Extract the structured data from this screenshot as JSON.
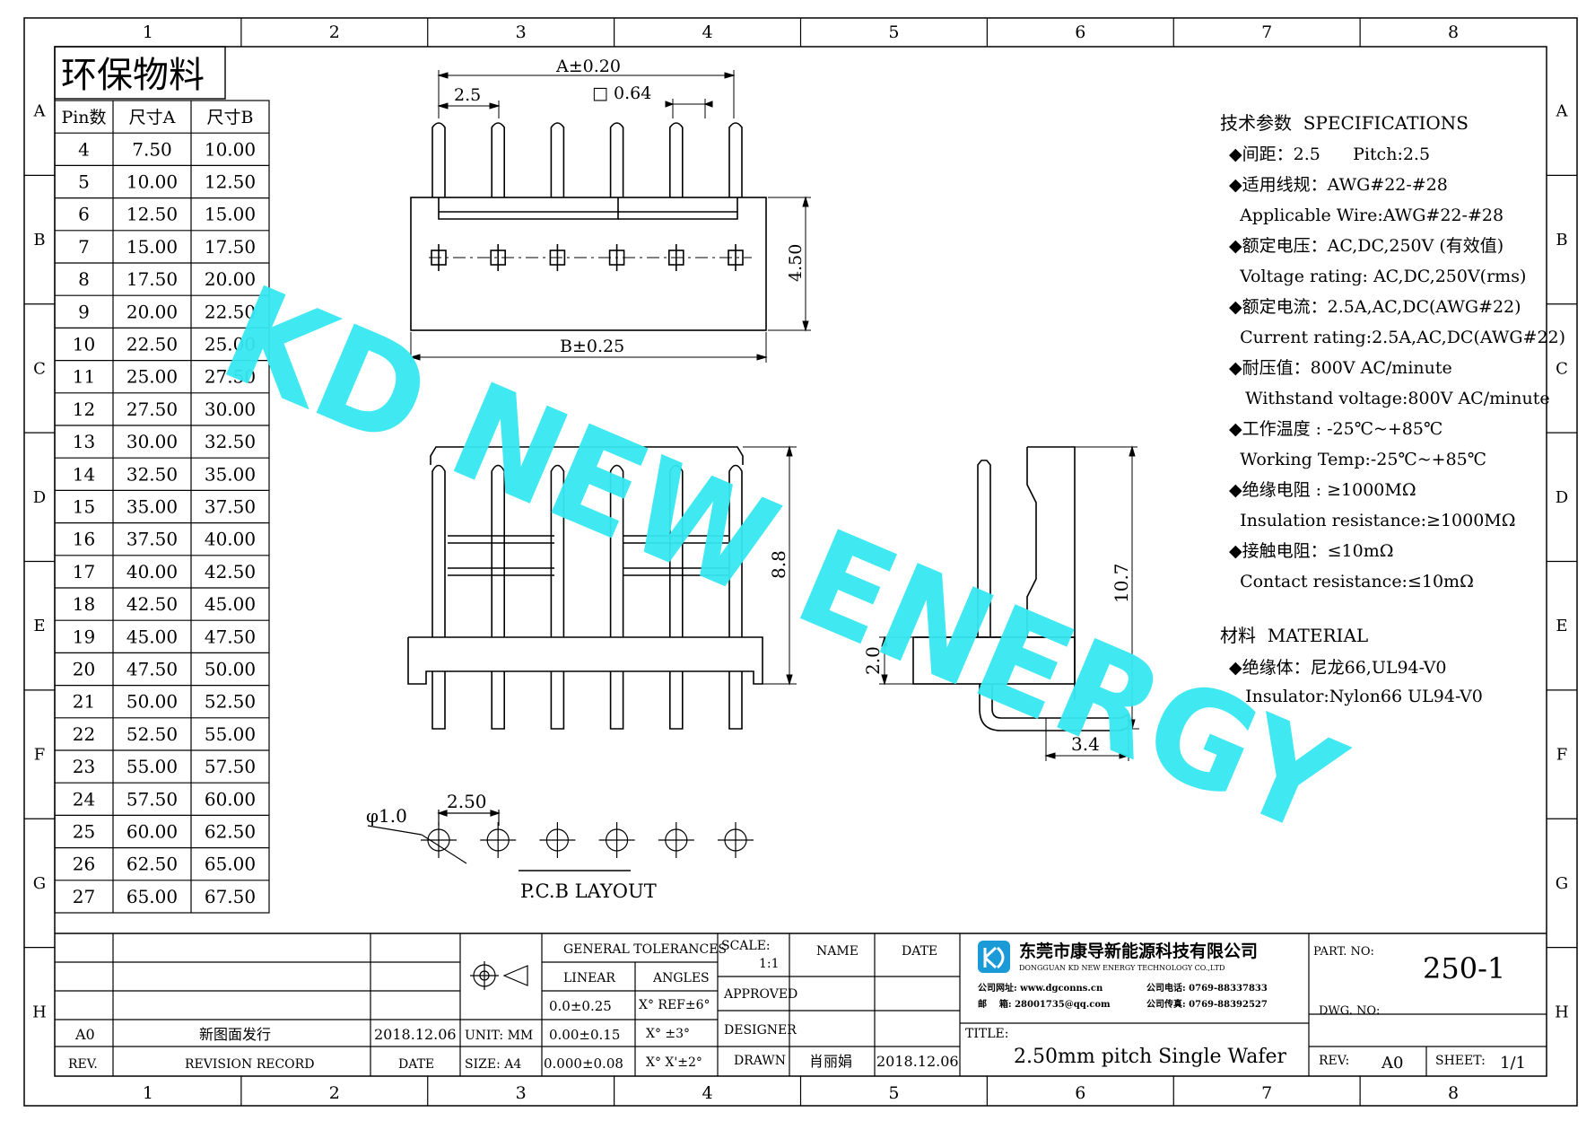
{
  "frame": {
    "columns": [
      "1",
      "2",
      "3",
      "4",
      "5",
      "6",
      "7",
      "8"
    ],
    "rows": [
      "A",
      "B",
      "C",
      "D",
      "E",
      "F",
      "G",
      "H"
    ]
  },
  "pin_table": {
    "title": "环保物料",
    "headers": [
      "Pin数",
      "尺寸A",
      "尺寸B"
    ],
    "rows": [
      [
        "4",
        "7.50",
        "10.00"
      ],
      [
        "5",
        "10.00",
        "12.50"
      ],
      [
        "6",
        "12.50",
        "15.00"
      ],
      [
        "7",
        "15.00",
        "17.50"
      ],
      [
        "8",
        "17.50",
        "20.00"
      ],
      [
        "9",
        "20.00",
        "22.50"
      ],
      [
        "10",
        "22.50",
        "25.00"
      ],
      [
        "11",
        "25.00",
        "27.50"
      ],
      [
        "12",
        "27.50",
        "30.00"
      ],
      [
        "13",
        "30.00",
        "32.50"
      ],
      [
        "14",
        "32.50",
        "35.00"
      ],
      [
        "15",
        "35.00",
        "37.50"
      ],
      [
        "16",
        "37.50",
        "40.00"
      ],
      [
        "17",
        "40.00",
        "42.50"
      ],
      [
        "18",
        "42.50",
        "45.00"
      ],
      [
        "19",
        "45.00",
        "47.50"
      ],
      [
        "20",
        "47.50",
        "50.00"
      ],
      [
        "21",
        "50.00",
        "52.50"
      ],
      [
        "22",
        "52.50",
        "55.00"
      ],
      [
        "23",
        "55.00",
        "57.50"
      ],
      [
        "24",
        "57.50",
        "60.00"
      ],
      [
        "25",
        "60.00",
        "62.50"
      ],
      [
        "26",
        "62.50",
        "65.00"
      ],
      [
        "27",
        "65.00",
        "67.50"
      ]
    ]
  },
  "drawing": {
    "dim_a": "A±0.20",
    "pitch_top": "2.5",
    "pin_square": "□ 0.64",
    "height_top": "4.50",
    "dim_b": "B±0.25",
    "height_front": "8.8",
    "height_side": "10.7",
    "base_side": "2.0",
    "tail_side": "3.4",
    "hole_dia": "φ1.0",
    "hole_pitch": "2.50",
    "pcb_label": "P.C.B LAYOUT"
  },
  "specs": {
    "title": "技术参数  SPECIFICATIONS",
    "lines": [
      "◆间距：2.5      Pitch:2.5",
      "◆适用线规：AWG#22-#28",
      "  Applicable Wire:AWG#22-#28",
      "◆额定电压：AC,DC,250V (有效值)",
      "  Voltage rating: AC,DC,250V(rms)",
      "◆额定电流：2.5A,AC,DC(AWG#22)",
      "  Current rating:2.5A,AC,DC(AWG#22)",
      "◆耐压值：800V AC/minute",
      "   Withstand voltage:800V AC/minute",
      "◆工作温度 : -25℃~+85℃",
      "  Working Temp:-25℃~+85℃",
      "◆绝缘电阻 : ≥1000MΩ",
      "  Insulation resistance:≥1000MΩ",
      "◆接触电阻：≤10mΩ",
      "  Contact resistance:≤10mΩ"
    ],
    "material_title": "材料  MATERIAL",
    "material_lines": [
      "◆绝缘体：尼龙66,UL94-V0",
      "   Insulator:Nylon66 UL94-V0"
    ]
  },
  "watermark": "KD NEW ENERGY",
  "title_block": {
    "rev_row": {
      "rev": "A0",
      "record": "新图面发行",
      "date": "2018.12.06"
    },
    "rev_header": {
      "rev": "REV.",
      "record": "REVISION RECORD",
      "date": "DATE"
    },
    "general_tolerances": "GENERAL TOLERANCES",
    "linear": "LINEAR",
    "angles": "ANGLES",
    "tol_linear": [
      "0.0±0.25",
      "0.00±0.15",
      "0.000±0.08"
    ],
    "tol_angles": [
      "X° REF±6°",
      "X° ±3°",
      "X° X'±2°"
    ],
    "unit": "UNIT: MM",
    "size": "SIZE: A4",
    "scale_label": "SCALE:",
    "scale_value": "1:1",
    "name_label": "NAME",
    "date_label": "DATE",
    "approved": "APPROVED",
    "designer": "DESIGNER",
    "drawn": "DRAWN",
    "drawn_name": "肖丽娟",
    "drawn_date": "2018.12.06",
    "company_cn": "东莞市康导新能源科技有限公司",
    "company_en": "DONGGUAN KD NEW ENERGY TECHNOLOGY CO.,LTD",
    "contact_1a": "公司网址: www.dgconns.cn",
    "contact_1b": "公司电话: 0769-88337833",
    "contact_2a": "邮    箱: 28001735@qq.com",
    "contact_2b": "公司传真: 0769-88392527",
    "title_label": "TITLE:",
    "title": "2.50mm pitch Single Wafer",
    "part_no_label": "PART. NO:",
    "part_no": "250-1",
    "dwg_no_label": "DWG. NO:",
    "rev_label": "REV:",
    "rev_value": "A0",
    "sheet_label": "SHEET:",
    "sheet_value": "1/1"
  },
  "colors": {
    "watermark": "#36e8f2",
    "logo": "#1a9ad6",
    "line": "#000000"
  }
}
